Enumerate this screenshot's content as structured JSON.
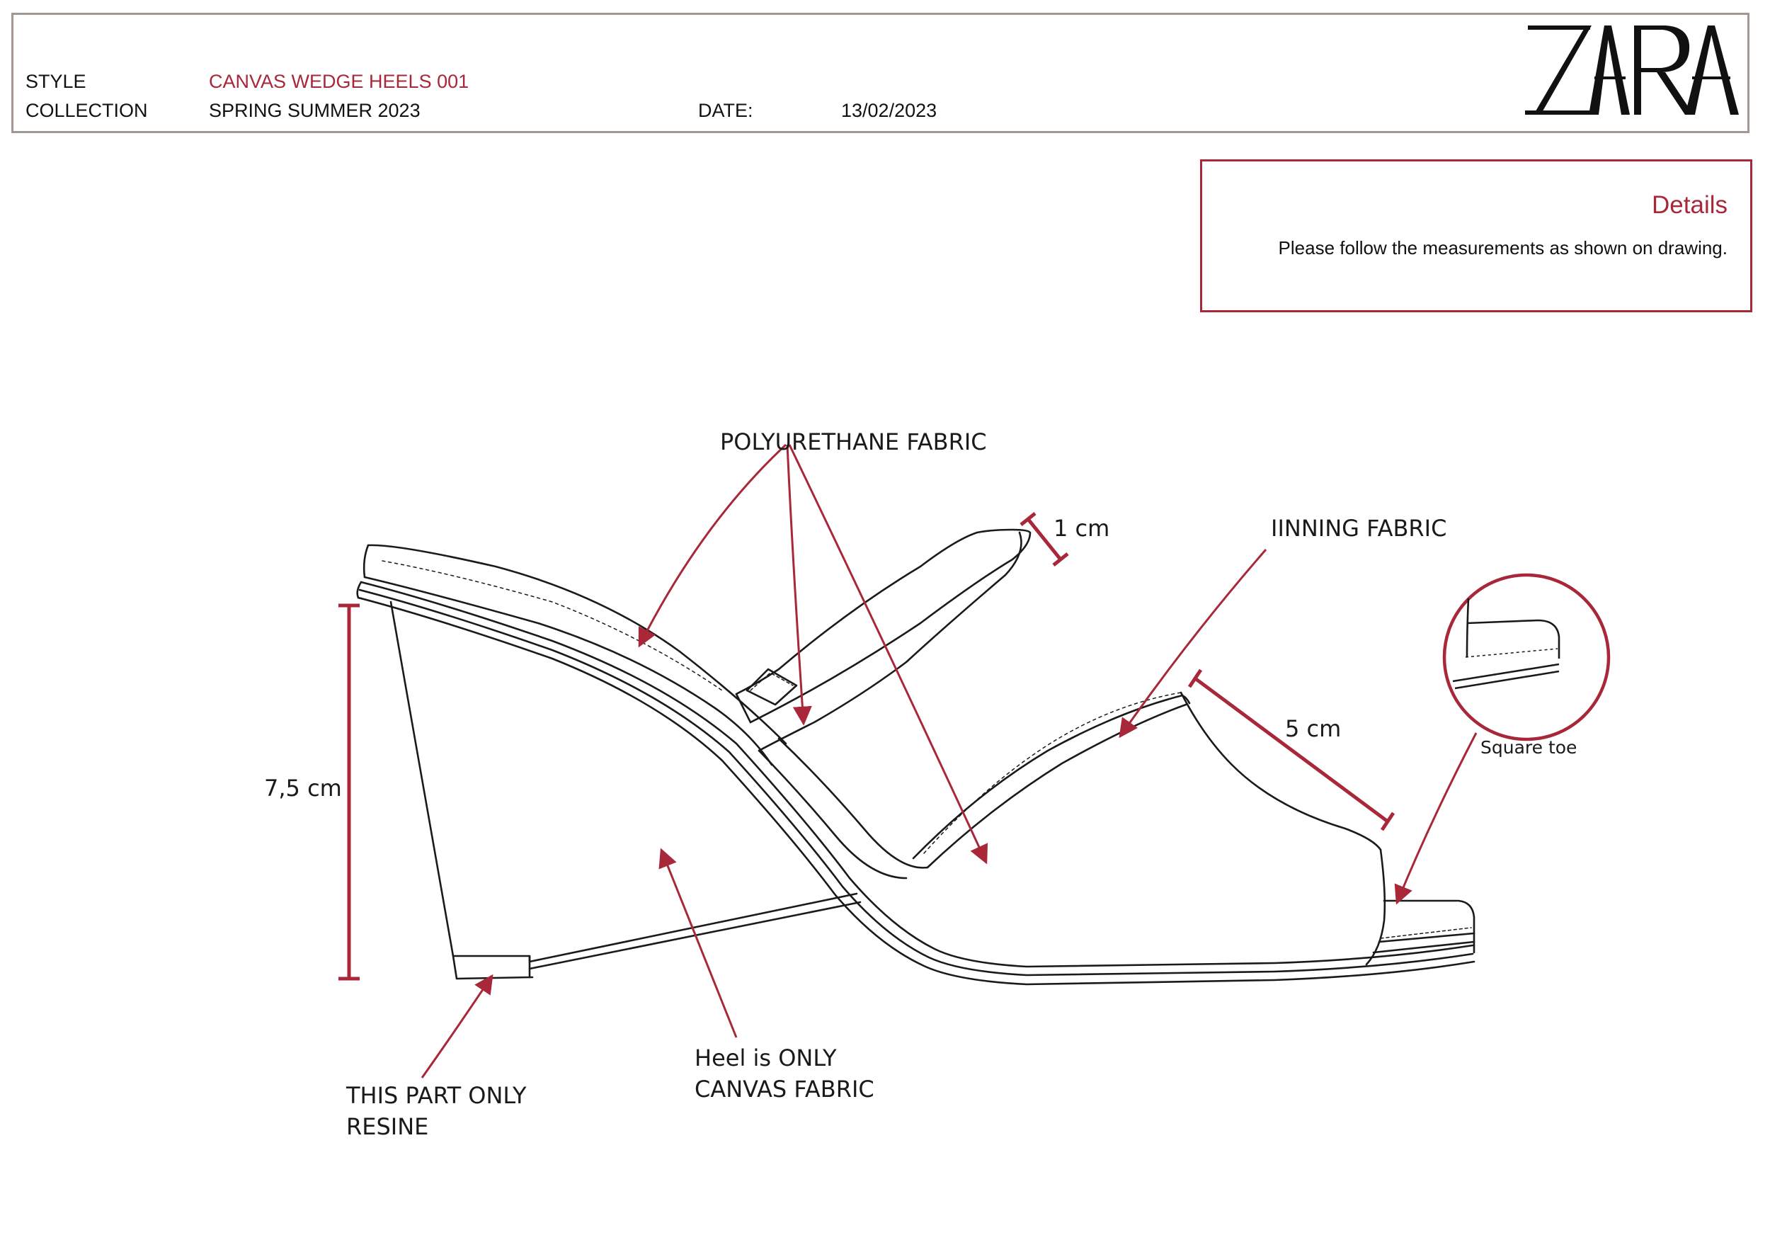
{
  "header": {
    "style_label": "STYLE",
    "style_value": "CANVAS WEDGE HEELS 001",
    "collection_label": "COLLECTION",
    "collection_value": "SPRING SUMMER 2023",
    "date_label": "DATE:",
    "date_value": "13/02/2023",
    "logo_text": "ZARA"
  },
  "details": {
    "title": "Details",
    "text": "Please follow the measurements as shown on drawing."
  },
  "callouts": {
    "polyurethane": "POLYURETHANE  FABRIC",
    "strap_width": "1 cm",
    "lining": "IINNING FABRIC",
    "toe_width": "5 cm",
    "square_toe": "Square toe",
    "heel_height": "7,5 cm",
    "resine_line1": "THIS PART ONLY",
    "resine_line2": "RESINE",
    "canvas_line1": "Heel is ONLY",
    "canvas_line2": "CANVAS FABRIC"
  },
  "colors": {
    "accent": "#a8283a",
    "header_border": "#a39891",
    "line": "#1a1a1a"
  }
}
